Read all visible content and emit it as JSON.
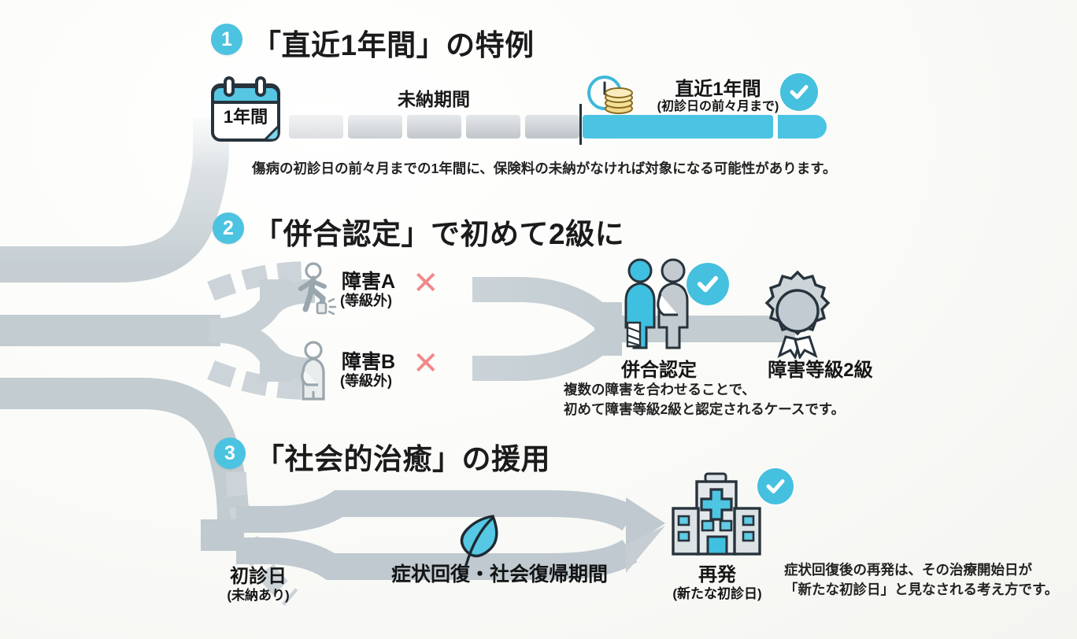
{
  "colors": {
    "accent_cyan": "#4cc3e0",
    "bar_cyan": "#4ac4e2",
    "road_gray": "#c3ccd1",
    "red_x": "#ef8a8a",
    "text_dark": "#161616",
    "background": "#fdfdfb"
  },
  "sections": [
    {
      "number": "1",
      "title": "「直近1年間」の特例",
      "calendar_icon_label": "1年間",
      "bar_left_label": "未納期間",
      "right_title": "直近1年間",
      "right_sub": "(初診日の前々月まで)",
      "caption": "傷病の初診日の前々月までの1年間に、保険料の未納がなければ対象になる可能性があります。",
      "icons": [
        "calendar-icon",
        "clock-coins-icon",
        "check-badge-icon"
      ],
      "segments": 6,
      "status": "check"
    },
    {
      "number": "2",
      "title": "「併合認定」で初めて2級に",
      "items": [
        {
          "label": "障害A",
          "sub": "(等級外)",
          "mark": "✕",
          "icon": "person-walking-injured-icon"
        },
        {
          "label": "障害B",
          "sub": "(等級外)",
          "mark": "✕",
          "icon": "person-arm-sling-icon"
        }
      ],
      "result_label": "併合認定",
      "result_icon": "two-people-icon",
      "grade_label": "障害等級2級",
      "grade_icon": "medal-rosette-icon",
      "caption": "複数の障害を合わせることで、\n初めて障害等級2級と認定されるケースです。",
      "status": "check"
    },
    {
      "number": "3",
      "title": "「社会的治癒」の援用",
      "start_label": "初診日",
      "start_sub": "(未納あり)",
      "middle_label": "症状回復・社会復帰期間",
      "middle_icon": "leaf-icon",
      "end_label": "再発",
      "end_sub": "(新たな初診日)",
      "end_icon": "hospital-icon",
      "caption": "症状回復後の再発は、その治療開始日が\n「新たな初診日」と見なされる考え方です。",
      "status": "check"
    }
  ]
}
